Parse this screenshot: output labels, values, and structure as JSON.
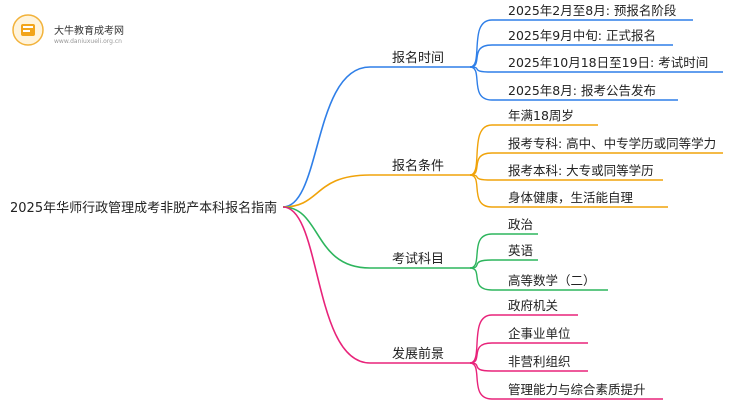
{
  "logo": {
    "name": "大牛教育成考网",
    "url": "www.daniuxueli.org.cn"
  },
  "root": {
    "label": "2025年华师行政管理成考非脱产本科报名指南"
  },
  "branches": [
    {
      "label": "报名时间",
      "color": "#2f7fe8",
      "children": [
        "2025年2月至8月: 预报名阶段",
        "2025年9月中旬: 正式报名",
        "2025年10月18日至19日: 考试时间",
        "2025年8月: 报考公告发布"
      ]
    },
    {
      "label": "报名条件",
      "color": "#f0a30a",
      "children": [
        "年满18周岁",
        "报考专科: 高中、中专学历或同等学力",
        "报考本科: 大专或同等学历",
        "身体健康，生活能自理"
      ]
    },
    {
      "label": "考试科目",
      "color": "#2db55d",
      "children": [
        "政治",
        "英语",
        "高等数学（二）"
      ]
    },
    {
      "label": "发展前景",
      "color": "#e8237a",
      "children": [
        "政府机关",
        "企事业单位",
        "非营利组织",
        "管理能力与综合素质提升"
      ]
    }
  ]
}
